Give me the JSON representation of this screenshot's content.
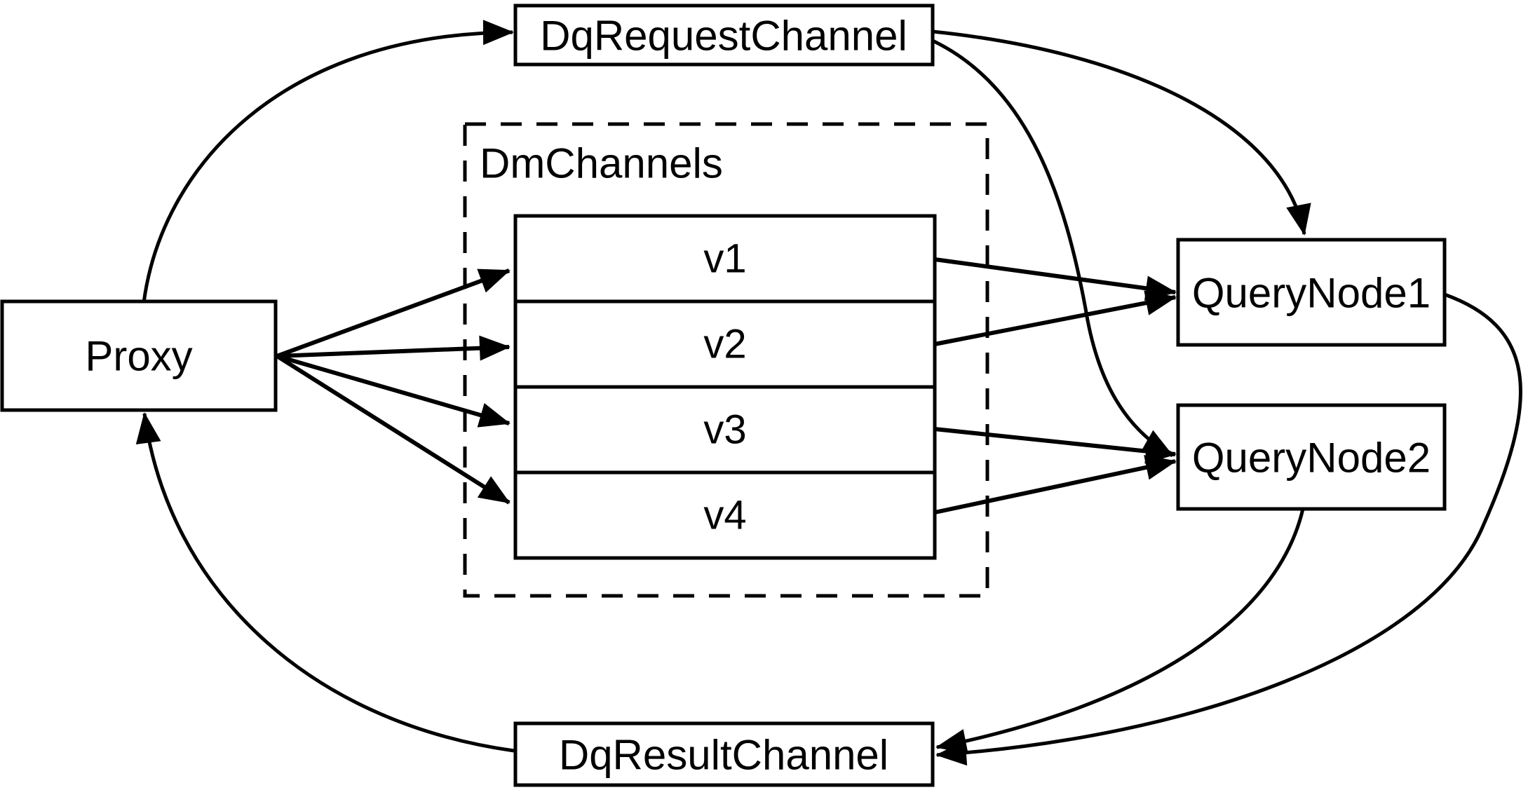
{
  "diagram": {
    "type": "flow-diagram",
    "background_color": "#ffffff",
    "stroke_color": "#000000",
    "nodes": {
      "proxy": {
        "label": "Proxy"
      },
      "dq_request_channel": {
        "label": "DqRequestChannel"
      },
      "dm_channels": {
        "label": "DmChannels",
        "channels": [
          "v1",
          "v2",
          "v3",
          "v4"
        ]
      },
      "query_node_1": {
        "label": "QueryNode1"
      },
      "query_node_2": {
        "label": "QueryNode2"
      },
      "dq_result_channel": {
        "label": "DqResultChannel"
      }
    },
    "edges": [
      {
        "from": "Proxy",
        "to": "DqRequestChannel"
      },
      {
        "from": "Proxy",
        "to": "v1"
      },
      {
        "from": "Proxy",
        "to": "v2"
      },
      {
        "from": "Proxy",
        "to": "v3"
      },
      {
        "from": "Proxy",
        "to": "v4"
      },
      {
        "from": "DqRequestChannel",
        "to": "QueryNode1"
      },
      {
        "from": "DqRequestChannel",
        "to": "QueryNode2"
      },
      {
        "from": "v1",
        "to": "QueryNode1"
      },
      {
        "from": "v2",
        "to": "QueryNode1"
      },
      {
        "from": "v3",
        "to": "QueryNode2"
      },
      {
        "from": "v4",
        "to": "QueryNode2"
      },
      {
        "from": "QueryNode1",
        "to": "DqResultChannel"
      },
      {
        "from": "QueryNode2",
        "to": "DqResultChannel"
      },
      {
        "from": "DqResultChannel",
        "to": "Proxy"
      }
    ]
  }
}
